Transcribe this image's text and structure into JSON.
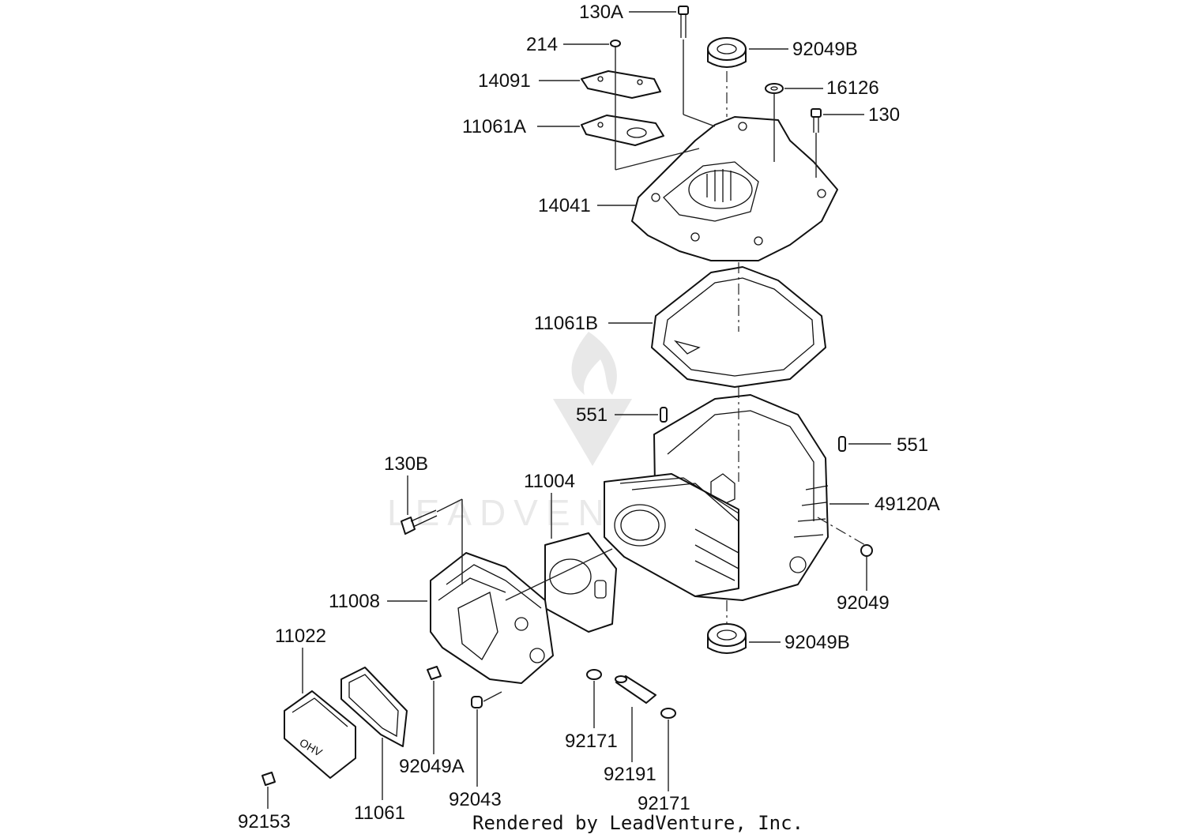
{
  "labels": {
    "l130a": "130A",
    "l214": "214",
    "l92049b_top": "92049B",
    "l14091": "14091",
    "l16126": "16126",
    "l130": "130",
    "l11061a": "11061A",
    "l14041": "14041",
    "l11061b": "11061B",
    "l551_left": "551",
    "l551_right": "551",
    "l130b": "130B",
    "l11004": "11004",
    "l49120a": "49120A",
    "l11008": "11008",
    "l92049": "92049",
    "l11022": "11022",
    "l92049b_bottom": "92049B",
    "l92171_left": "92171",
    "l92049a": "92049A",
    "l92191": "92191",
    "l92043": "92043",
    "l92171_right": "92171",
    "l92153": "92153",
    "l11061": "11061"
  },
  "footer": "Rendered by LeadVenture, Inc.",
  "watermark": "LEADVENTURE"
}
